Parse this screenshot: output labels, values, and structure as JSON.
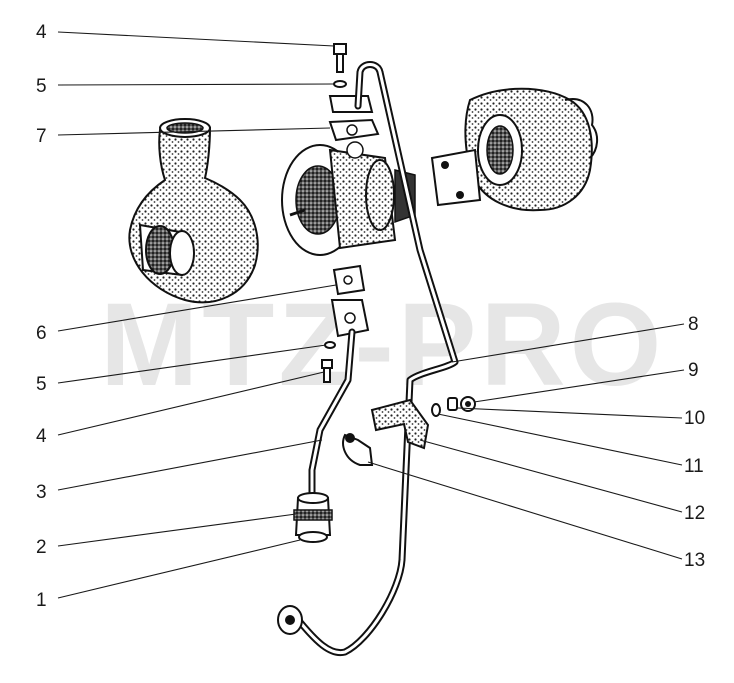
{
  "watermark": "MTZ-PRO",
  "callouts_left": [
    {
      "id": "c4-top",
      "label": "4"
    },
    {
      "id": "c5-top",
      "label": "5"
    },
    {
      "id": "c7",
      "label": "7"
    },
    {
      "id": "c6",
      "label": "6"
    },
    {
      "id": "c5-mid",
      "label": "5"
    },
    {
      "id": "c4-mid",
      "label": "4"
    },
    {
      "id": "c3",
      "label": "3"
    },
    {
      "id": "c2",
      "label": "2"
    },
    {
      "id": "c1",
      "label": "1"
    }
  ],
  "callouts_right": [
    {
      "id": "c8",
      "label": "8"
    },
    {
      "id": "c9",
      "label": "9"
    },
    {
      "id": "c10",
      "label": "10"
    },
    {
      "id": "c11",
      "label": "11"
    },
    {
      "id": "c12",
      "label": "12"
    },
    {
      "id": "c13",
      "label": "13"
    }
  ]
}
